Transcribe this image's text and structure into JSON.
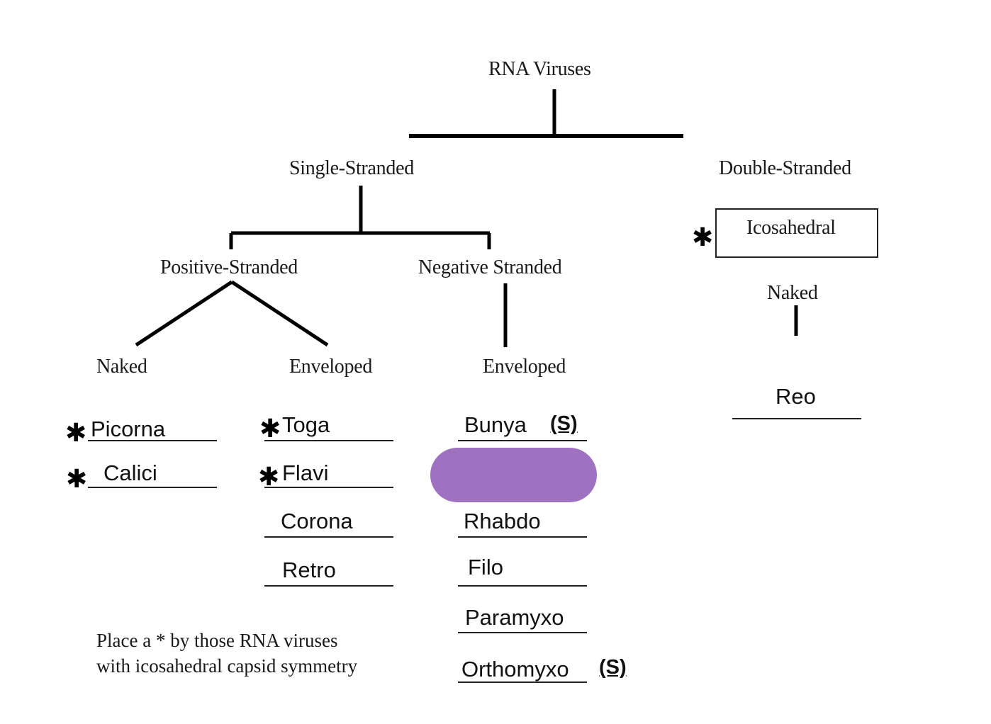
{
  "diagram": {
    "root": "RNA Viruses",
    "single_stranded": {
      "label": "Single-Stranded",
      "positive": {
        "label": "Positive-Stranded",
        "naked": {
          "label": "Naked",
          "viruses": [
            {
              "name": "Picorna",
              "icosahedral_star": "✱"
            },
            {
              "name": "Calici",
              "icosahedral_star": "✱"
            }
          ]
        },
        "enveloped": {
          "label": "Enveloped",
          "viruses": [
            {
              "name": "Toga",
              "icosahedral_star": "✱"
            },
            {
              "name": "Flavi",
              "icosahedral_star": "✱"
            },
            {
              "name": "Corona"
            },
            {
              "name": "Retro"
            }
          ]
        }
      },
      "negative": {
        "label": "Negative Stranded",
        "enveloped": {
          "label": "Enveloped",
          "viruses": [
            {
              "name": "Bunya",
              "flag": "(S)"
            },
            {
              "name": "",
              "redacted": true,
              "highlight_color": "#9e71c1"
            },
            {
              "name": "Rhabdo"
            },
            {
              "name": "Filo"
            },
            {
              "name": "Paramyxo"
            },
            {
              "name": "Orthomyxo",
              "flag": "(S)"
            }
          ]
        }
      }
    },
    "double_stranded": {
      "label": "Double-Stranded",
      "symmetry_box": "Icosahedral",
      "symmetry_star": "✱",
      "naked": {
        "label": "Naked",
        "viruses": [
          {
            "name": "Reo"
          }
        ]
      }
    },
    "instruction": {
      "line1": "Place a * by those RNA viruses",
      "line2": "with icosahedral capsid symmetry"
    }
  }
}
